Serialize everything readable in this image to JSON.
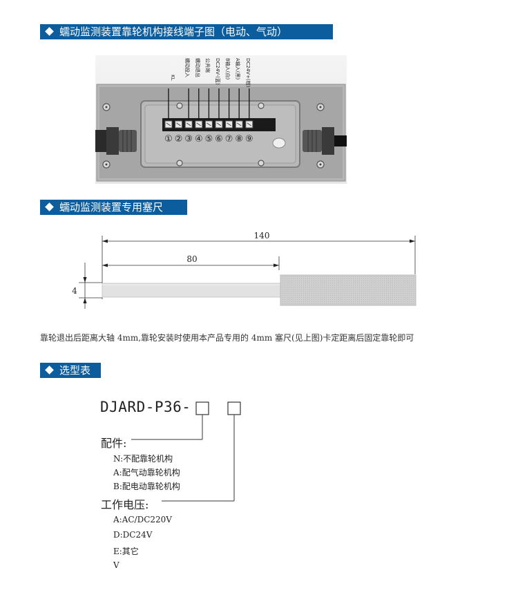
{
  "sections": {
    "wiring_title": "蠕动监测装置靠轮机构接线端子图（电动、气动）",
    "gauge_title": "蠕动监测装置专用塞尺",
    "selection_title": "选型表"
  },
  "terminal": {
    "top_label": "KL",
    "labels": [
      "蠕动投入",
      "蠕动退出",
      "公共端",
      "DC24V-(蓝)",
      "B输入(白)",
      "A输入(黑)",
      "DC24V+(棕)"
    ],
    "numbers": [
      "①",
      "②",
      "③",
      "④",
      "⑤",
      "⑥",
      "⑦",
      "⑧",
      "⑨"
    ]
  },
  "gauge": {
    "total_length": "140",
    "insert_length": "80",
    "thickness": "4",
    "note": "靠轮退出后距离大轴 4mm,靠轮安装时使用本产品专用的 4mm 塞尺(见上图)卡定距离后固定靠轮即可"
  },
  "selection": {
    "model": "DJARD-P36-",
    "accessory_label": "配件:",
    "accessory_options": [
      "N:不配靠轮机构",
      "A:配气动靠轮机构",
      "B:配电动靠轮机构"
    ],
    "voltage_label": "工作电压:",
    "voltage_options": [
      "A:AC/DC220V",
      "D:DC24V",
      "E:其它",
      "V"
    ]
  }
}
